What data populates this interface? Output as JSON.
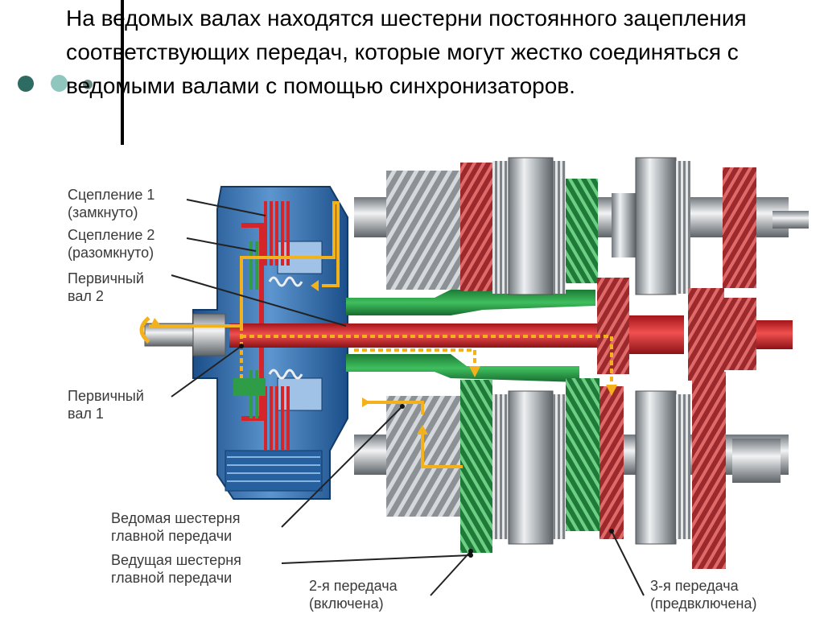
{
  "title": "На ведомых валах находятся шестерни постоянного зацепления соответствующих передач, которые могут жестко соединяться с ведомыми валами с помощью синхронизаторов.",
  "labels": {
    "clutch1_line1": "Сцепление 1",
    "clutch1_line2": "(замкнуто)",
    "clutch2_line1": "Сцепление 2",
    "clutch2_line2": "(разомкнуто)",
    "input2_line1": "Первичный",
    "input2_line2": "вал 2",
    "input1_line1": "Первичный",
    "input1_line2": "вал 1",
    "driven_main_line1": "Ведомая шестерня",
    "driven_main_line2": "главной передачи",
    "drive_main_line1": "Ведущая шестерня",
    "drive_main_line2": "главной передачи",
    "gear2_line1": "2-я передача",
    "gear2_line2": "(включена)",
    "gear3_line1": "3-я передача",
    "gear3_line2": "(предвключена)"
  },
  "colors": {
    "clutch1_path": "#d4262a",
    "clutch2_path": "#2f9d47",
    "power_flow": "#f3b11c",
    "housing": "#1f5a9c",
    "steel": "#9ea4aa"
  },
  "decor": {
    "bullet_dots": 3
  }
}
